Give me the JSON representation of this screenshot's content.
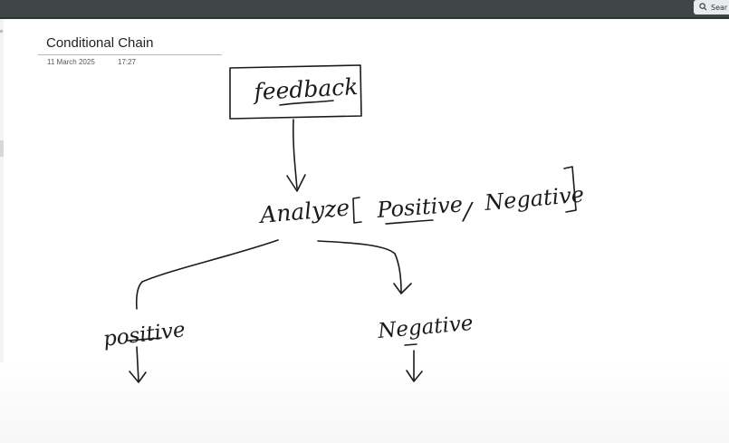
{
  "toolbar": {
    "search_label": "Sear",
    "search_icon": "magnifier"
  },
  "page": {
    "title": "Conditional Chain",
    "date": "11 March 2025",
    "time": "17:27"
  },
  "ink": {
    "box_label": "feedback",
    "analyze_label": "Analyze",
    "option_positive": "Positive",
    "separator": "/",
    "option_negative": "Negative",
    "branch_positive": "positive",
    "branch_negative": "Negative"
  },
  "colors": {
    "topbar": "#3f4648",
    "ink": "#1b1b1b",
    "background": "#ffffff"
  }
}
